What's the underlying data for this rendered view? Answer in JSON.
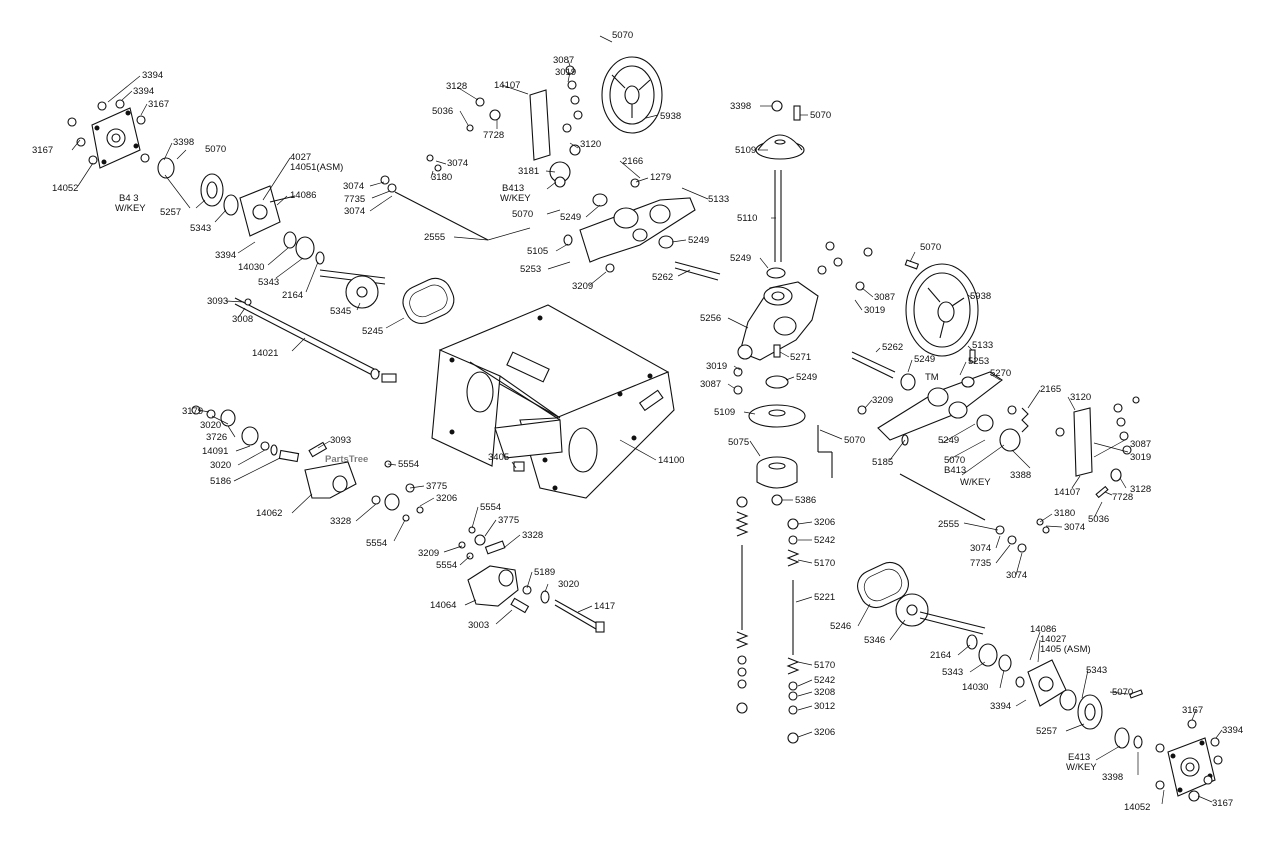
{
  "watermark": {
    "text": "PartsTree",
    "trademark": "TM"
  },
  "callouts": [
    "3394",
    "3394",
    "3167",
    "3167",
    "14052",
    "3398",
    "5070",
    "B4 3",
    "W/KEY",
    "5257",
    "5343",
    "4027",
    "14051(ASM)",
    "14086",
    "3394",
    "14030",
    "5343",
    "2164",
    "5345",
    "5245",
    "3093",
    "3008",
    "14021",
    "3128",
    "14107",
    "3087",
    "3019",
    "5070",
    "5938",
    "5036",
    "7728",
    "3120",
    "3074",
    "3180",
    "3074",
    "7735",
    "3074",
    "2555",
    "3181",
    "B413",
    "W/KEY",
    "5070",
    "2166",
    "1279",
    "5133",
    "5249",
    "5249",
    "5105",
    "5253",
    "3209",
    "5262",
    "3398",
    "5070",
    "5109",
    "5110",
    "5249",
    "5070",
    "5938",
    "3087",
    "3019",
    "5256",
    "5271",
    "3019",
    "3087",
    "5249",
    "5262",
    "5249",
    "5133",
    "5253",
    "5270",
    "2165",
    "3120",
    "3209",
    "5109",
    "5070",
    "5075",
    "5249",
    "5070",
    "B413",
    "W/KEY",
    "3388",
    "3087",
    "3019",
    "14107",
    "7728",
    "3128",
    "5185",
    "5036",
    "3179",
    "3020",
    "3726",
    "14091",
    "3020",
    "5186",
    "3093",
    "5554",
    "3775",
    "3206",
    "14062",
    "3328",
    "5554",
    "3405",
    "14100",
    "5554",
    "3775",
    "3328",
    "3209",
    "5554",
    "5189",
    "3020",
    "14064",
    "3003",
    "1417",
    "3206",
    "5242",
    "5170",
    "5221",
    "5246",
    "5346",
    "5170",
    "5242",
    "3208",
    "3012",
    "3206",
    "5386",
    "2555",
    "3074",
    "3180",
    "3074",
    "7735",
    "3074",
    "14086",
    "14027",
    "1405 (ASM)",
    "2164",
    "5343",
    "14030",
    "5343",
    "5070",
    "3394",
    "5257",
    "E413",
    "W/KEY",
    "3398",
    "3167",
    "3394",
    "14052",
    "3167"
  ]
}
